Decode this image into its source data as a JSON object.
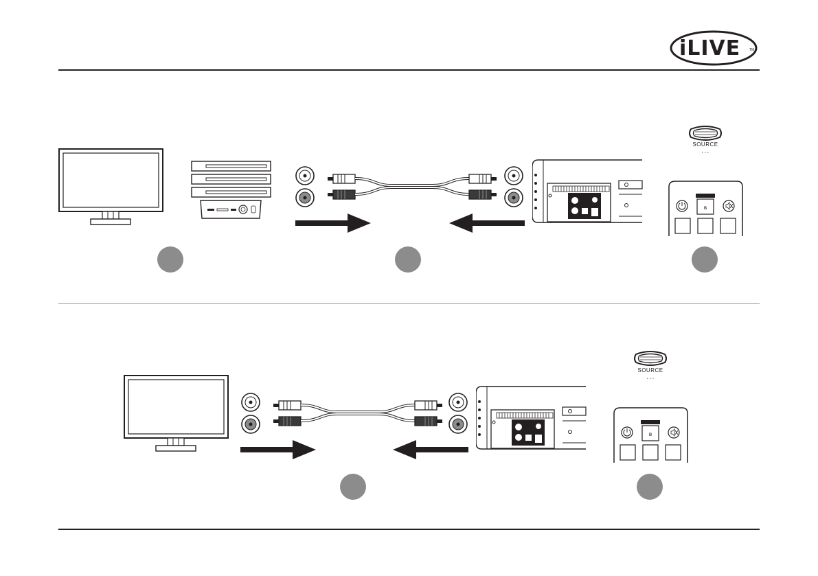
{
  "brand": {
    "logo_text": "iLIVE",
    "tm": "TM"
  },
  "section1": {
    "source_button_label": "SOURCE",
    "source_dots": "• • •",
    "step_count": 3
  },
  "section2": {
    "source_button_label": "SOURCE",
    "source_dots": "• • •",
    "step_count": 2
  },
  "colors": {
    "rule": "#231f20",
    "divider": "#9d9d9d",
    "step_circle": "#8c8c8c",
    "arrow": "#231f20"
  },
  "icons": [
    "tv-icon",
    "media-devices-icon",
    "rca-jack-icon",
    "rca-cable-icon",
    "arrow-icon",
    "soundbar-back-panel-icon",
    "source-button-icon",
    "remote-control-icon"
  ]
}
